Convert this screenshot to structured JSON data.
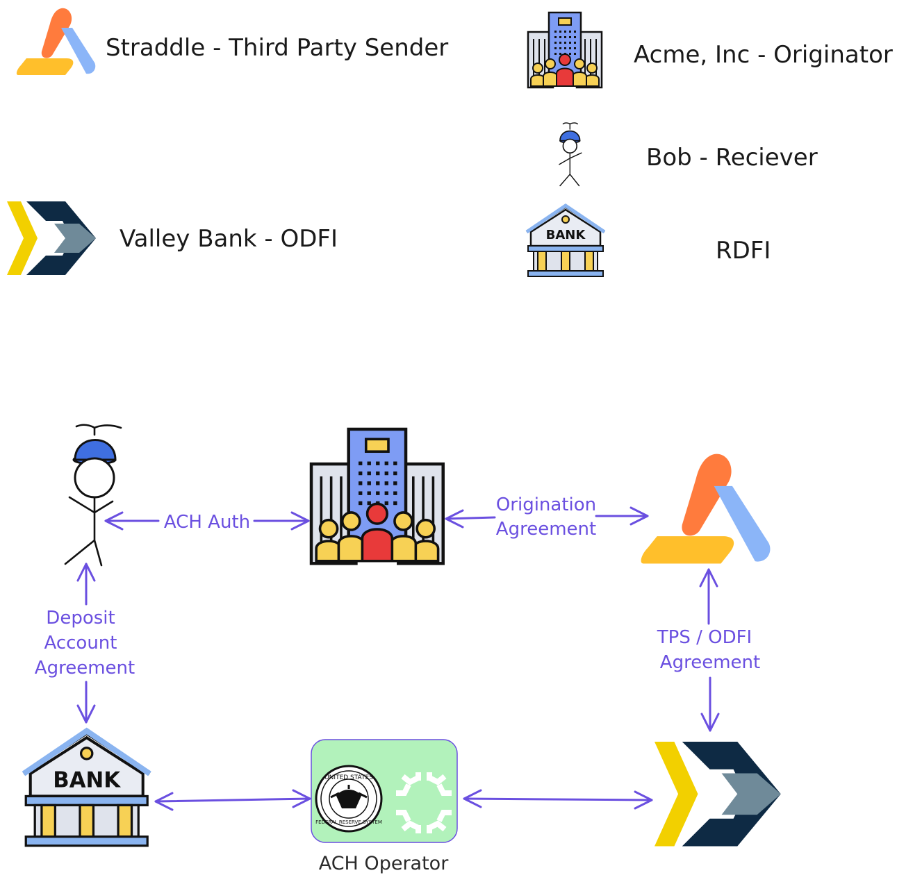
{
  "legend": {
    "straddle": "Straddle - Third Party Sender",
    "acme": "Acme, Inc - Originator",
    "bob": "Bob - Reciever",
    "valley": "Valley Bank - ODFI",
    "rdfi": "RDFI"
  },
  "icons": {
    "bank_sign": "BANK",
    "fed_seal_top": "UNITED STATES",
    "fed_seal_bottom": "FEDERAL RESERVE SYSTEM"
  },
  "edges": {
    "ach_auth": "ACH Auth",
    "origination": [
      "Origination",
      "Agreement"
    ],
    "deposit": [
      "Deposit",
      "Account",
      "Agreement"
    ],
    "tps_odfi": [
      "TPS / ODFI",
      "Agreement"
    ]
  },
  "nodes": {
    "ach_operator": "ACH Operator"
  },
  "colors": {
    "arrow": "#6a4fe0",
    "straddle_orange": "#ff7b3d",
    "straddle_yellow": "#ffbf2b",
    "straddle_blue": "#8bb5f8",
    "valley_yellow": "#f2d000",
    "valley_navy": "#0e2a44",
    "valley_grey": "#6f8a99",
    "operator_bg": "#b2f2bb",
    "hat_blue": "#3f6fe0"
  }
}
